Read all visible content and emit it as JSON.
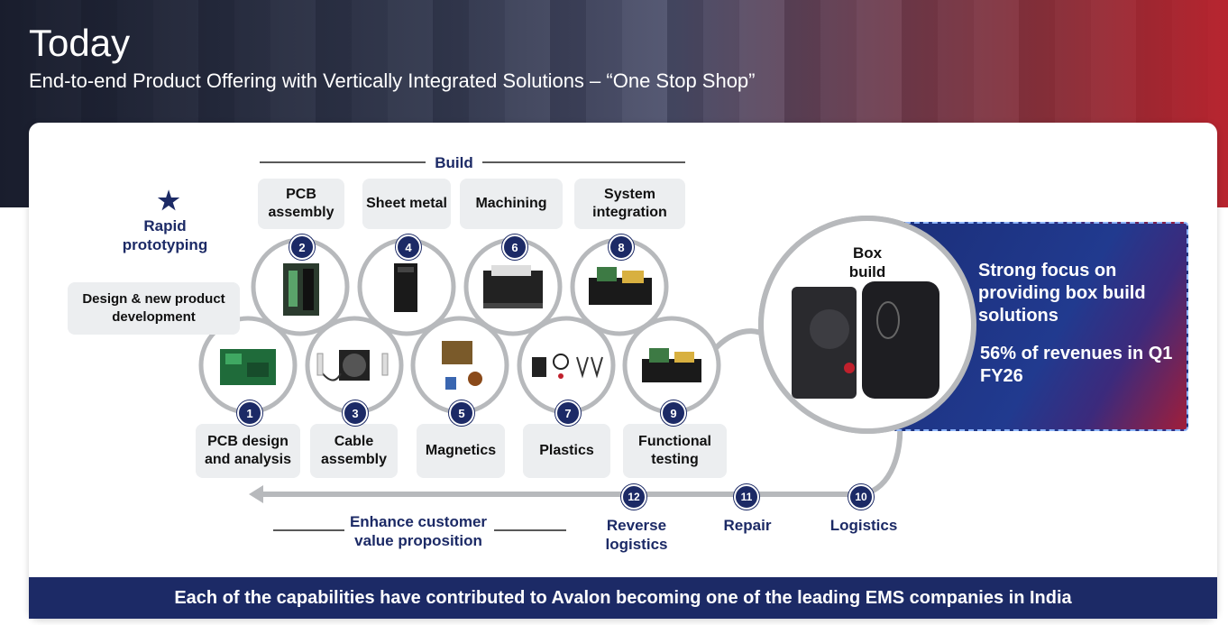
{
  "header": {
    "title": "Today",
    "subtitle": "End-to-end Product Offering with Vertically Integrated Solutions – “One Stop Shop”"
  },
  "build_label": "Build",
  "rapid": {
    "star": "★",
    "label": "Rapid prototyping"
  },
  "design_box": "Design & new product development",
  "steps": [
    {
      "num": "1",
      "label": "PCB design and analysis"
    },
    {
      "num": "2",
      "label": "PCB assembly"
    },
    {
      "num": "3",
      "label": "Cable assembly"
    },
    {
      "num": "4",
      "label": "Sheet metal"
    },
    {
      "num": "5",
      "label": "Magnetics"
    },
    {
      "num": "6",
      "label": "Machining"
    },
    {
      "num": "7",
      "label": "Plastics"
    },
    {
      "num": "8",
      "label": "System integration"
    },
    {
      "num": "9",
      "label": "Functional testing"
    },
    {
      "num": "10",
      "label": "Logistics"
    },
    {
      "num": "11",
      "label": "Repair"
    },
    {
      "num": "12",
      "label": "Reverse logistics"
    }
  ],
  "box_build": "Box build",
  "panel": {
    "focus": "Strong focus on providing box build solutions",
    "revenue": "56% of revenues in Q1 FY26"
  },
  "enhance": "Enhance customer value proposition",
  "footer": "Each of the capabilities have contributed to Avalon becoming one of the leading EMS companies in India",
  "colors": {
    "navy": "#1c2a66",
    "red": "#c0202c",
    "gray_box": "#eceef0"
  }
}
